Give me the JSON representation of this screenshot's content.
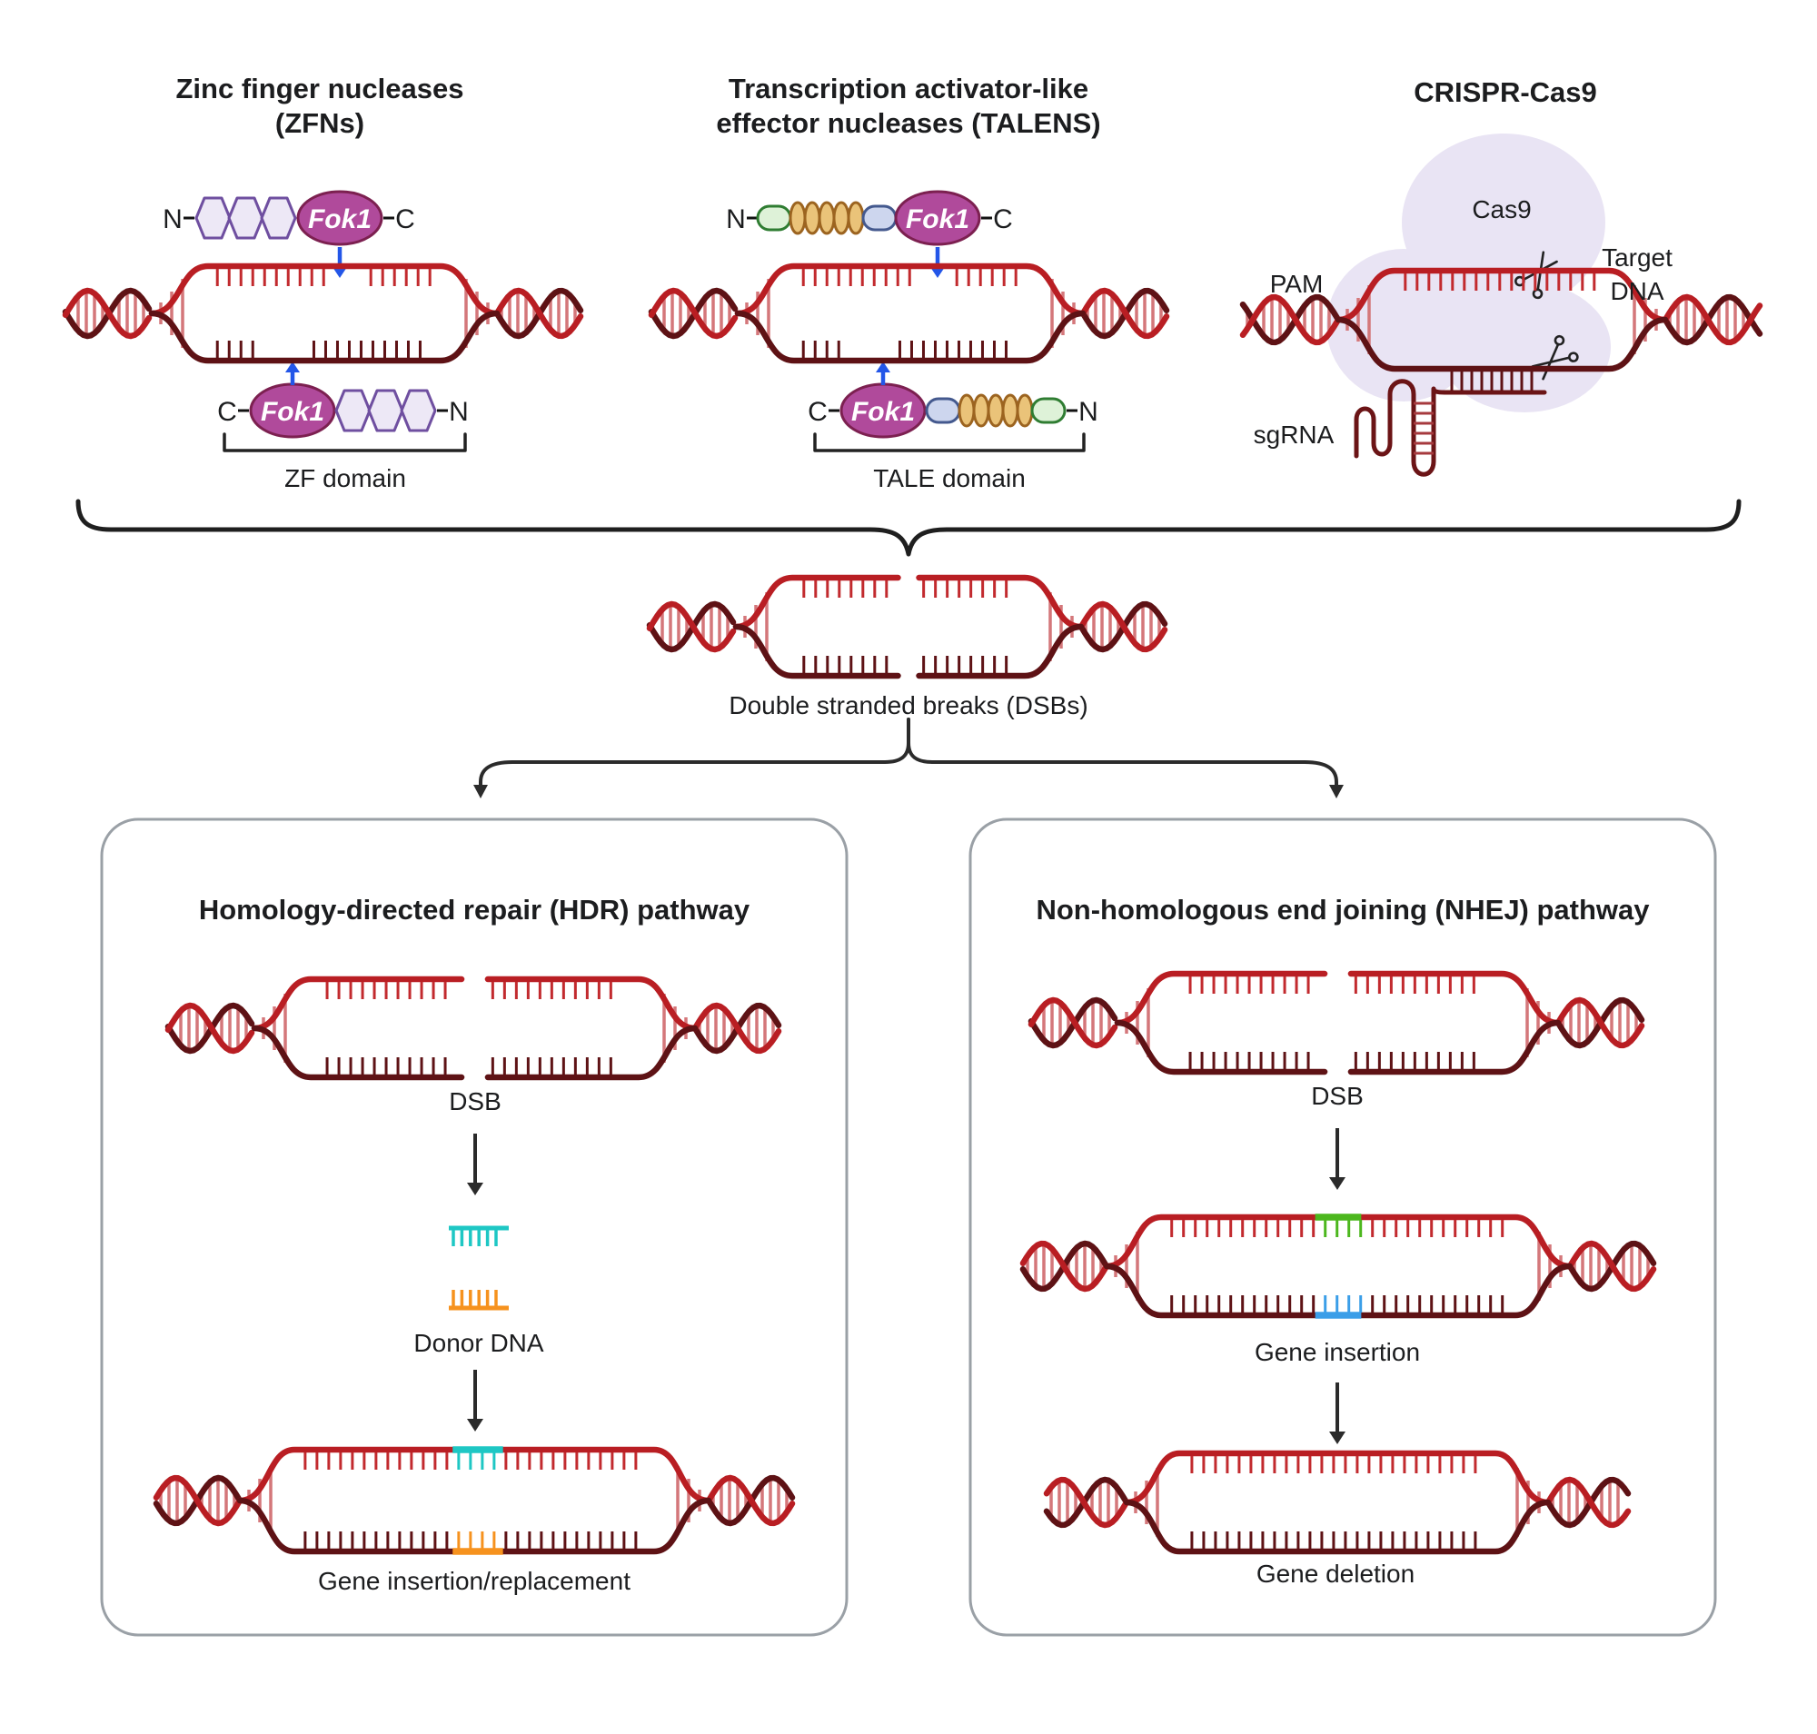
{
  "figure": {
    "zfn": {
      "title_line1": "Zinc finger nucleases",
      "title_line2": "(ZFNs)",
      "n_label": "N",
      "c_label": "C",
      "fok1_label": "Fok1",
      "domain_label": "ZF domain"
    },
    "talen": {
      "title_line1": "Transcription activator-like",
      "title_line2": "effector nucleases (TALENS)",
      "n_label": "N",
      "c_label": "C",
      "fok1_label": "Fok1",
      "domain_label": "TALE domain"
    },
    "crispr": {
      "title": "CRISPR-Cas9",
      "cas9_label": "Cas9",
      "pam_label": "PAM",
      "target_label_line1": "Target",
      "target_label_line2": "DNA",
      "sgrna_label": "sgRNA"
    },
    "dsb_center_label": "Double stranded breaks (DSBs)",
    "hdr": {
      "title": "Homology-directed repair (HDR) pathway",
      "dsb_label": "DSB",
      "donor_label": "Donor DNA",
      "result_label": "Gene insertion/replacement"
    },
    "nhej": {
      "title": "Non-homologous end joining (NHEJ) pathway",
      "dsb_label": "DSB",
      "insertion_label": "Gene insertion",
      "deletion_label": "Gene deletion"
    }
  },
  "colors": {
    "dna_red": "#b91e23",
    "dna_dark": "#5e1215",
    "tick_red": "#c22a2e",
    "rung": "#d4777a",
    "cyan": "#1ec7c4",
    "orange": "#f6921e",
    "green_insert": "#4cb71e",
    "blue_insert": "#3b9ee8",
    "arrow_blue": "#2356e8",
    "arrow_black": "#2b2b2b",
    "fok1_fill": "#b04a9b",
    "fok1_stroke": "#7c2050",
    "hex_fill": "#ede8f6",
    "hex_stroke": "#6f4fa0",
    "green_capsule_fill": "#def2d8",
    "green_capsule_stroke": "#2f7d32",
    "blue_capsule_fill": "#cdd6ee",
    "blue_capsule_stroke": "#44598e",
    "gold_fill": "#eac379",
    "gold_stroke": "#9c6420",
    "cas9_blob": "#e9e4f4",
    "sgrna_dark": "#6b1416",
    "hairpin_rung": "#a63a3e",
    "panel_border": "#9aa0a6",
    "brace": "#1f1f1f"
  }
}
